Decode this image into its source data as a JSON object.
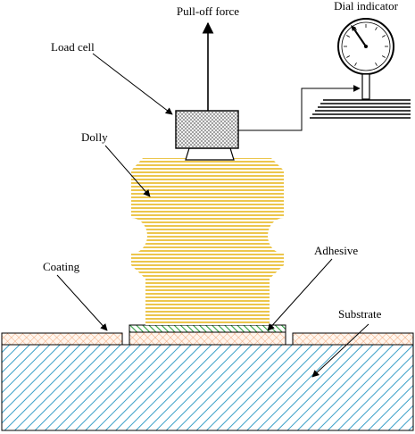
{
  "labels": {
    "pull_off_force": "Pull-off force",
    "dial_indicator": "Dial indicator",
    "load_cell": "Load cell",
    "dolly": "Dolly",
    "adhesive": "Adhesive",
    "coating": "Coating",
    "substrate": "Substrate"
  },
  "colors": {
    "dolly": "#e8b820",
    "coating": "#f0a070",
    "substrate": "#3aa0c8",
    "adhesive": "#30a040",
    "load_cell": "#808080",
    "outline": "#000000"
  },
  "icons": {
    "dial": "dial-gauge-icon",
    "load_cell": "load-cell-icon"
  }
}
